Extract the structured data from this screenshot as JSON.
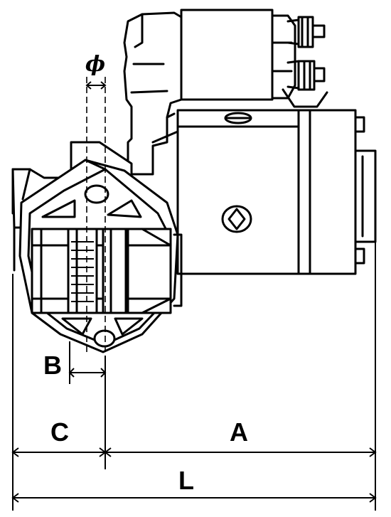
{
  "dimension_labels": {
    "phi": "ϕ",
    "b": "B",
    "c": "C",
    "a": "A",
    "l": "L"
  }
}
